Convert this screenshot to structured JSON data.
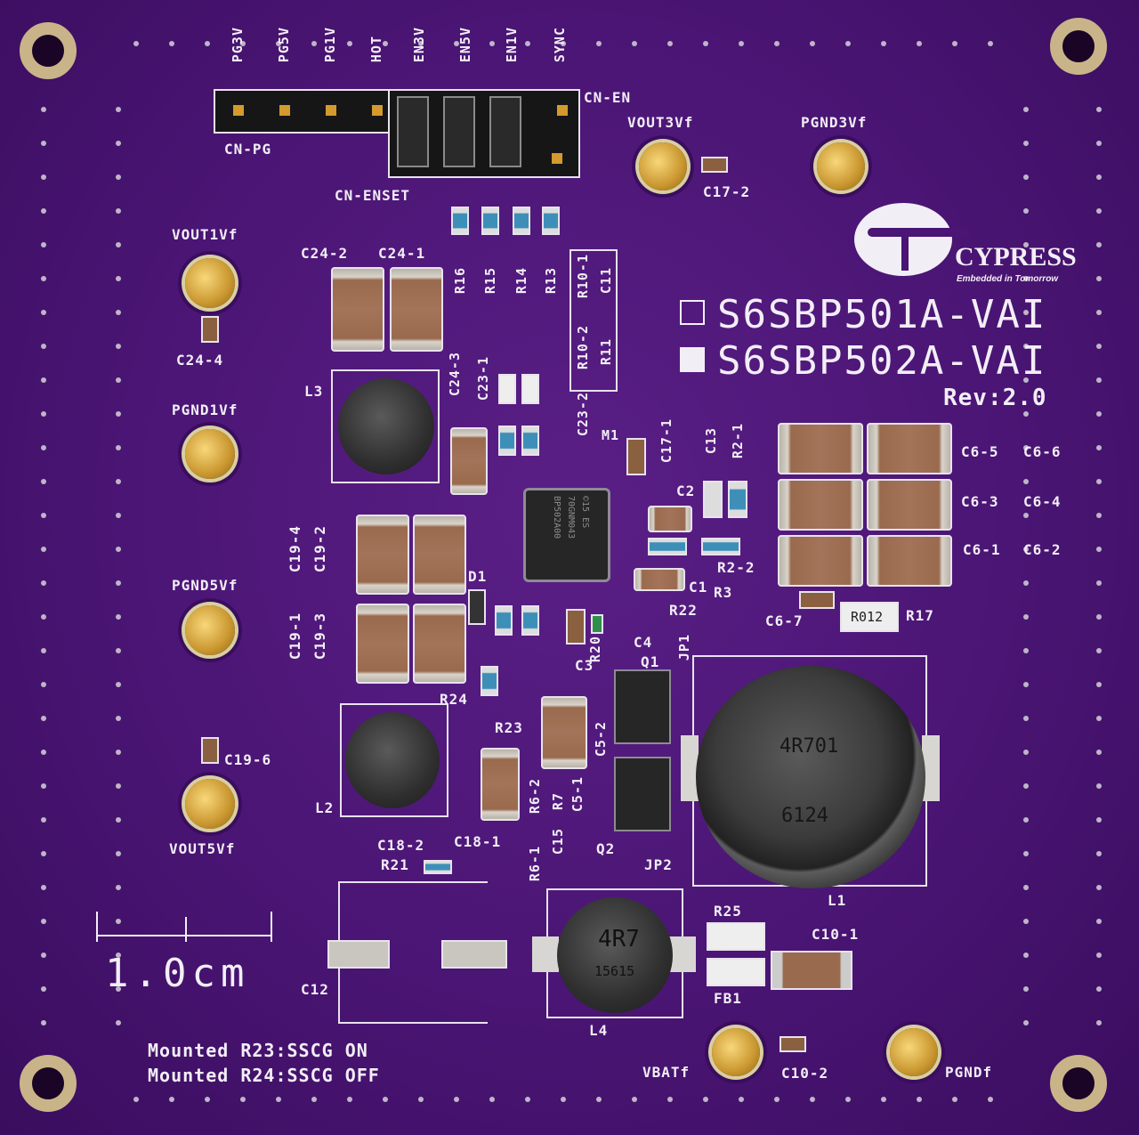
{
  "board": {
    "part_numbers": [
      "S6SBP501A-VAI",
      "S6SBP502A-VAI"
    ],
    "revision": "Rev:2.0",
    "logo_text": "CYPRESS",
    "logo_tagline": "Embedded in Tomorrow",
    "scale_label": "1.0cm",
    "notes": [
      "Mounted R23:SSCG ON",
      "Mounted R24:SSCG OFF"
    ]
  },
  "header": {
    "pins": [
      "PG3V",
      "PG5V",
      "PG1V",
      "HOT",
      "EN3V",
      "EN5V",
      "EN1V",
      "SYNC"
    ],
    "labels": {
      "cn_pg": "CN-PG",
      "cn_en": "CN-EN",
      "cn_enset": "CN-ENSET"
    }
  },
  "test_points": {
    "vout3": "VOUT3Vf",
    "pgnd3": "PGND3Vf",
    "vout1": "VOUT1Vf",
    "pgnd1": "PGND1Vf",
    "pgnd5": "PGND5Vf",
    "vout5": "VOUT5Vf",
    "vbat": "VBATf",
    "pgnd": "PGNDf"
  },
  "labels": {
    "c17_2": "C17-2",
    "c24_2": "C24-2",
    "c24_1": "C24-1",
    "c24_4": "C24-4",
    "c24_3": "C24-3",
    "r16": "R16",
    "r15": "R15",
    "r14": "R14",
    "r13": "R13",
    "r10_1": "R10-1",
    "c11": "C11",
    "r10_2": "R10-2",
    "r11": "R11",
    "l3": "L3",
    "c23_1": "C23-1",
    "c23_2": "C23-2",
    "c17_1": "C17-1",
    "c13": "C13",
    "r2_1": "R2-1",
    "c2": "C2",
    "r2_2": "R2-2",
    "c1": "C1",
    "r3": "R3",
    "r22": "R22",
    "c6_5": "C6-5",
    "c6_6": "C6-6",
    "c6_3": "C6-3",
    "c6_4": "C6-4",
    "c6_1": "C6-1",
    "c6_2": "C6-2",
    "c6_7": "C6-7",
    "r12_marking": "R012",
    "r17": "R17",
    "c19_4": "C19-4",
    "c19_2": "C19-2",
    "c19_1": "C19-1",
    "c19_3": "C19-3",
    "d1": "D1",
    "c3": "C3",
    "r20": "R20",
    "c4": "C4",
    "q1": "Q1",
    "jp1": "JP1",
    "r24": "R24",
    "r23": "R23",
    "c19_6": "C19-6",
    "l2": "L2",
    "c18_2": "C18-2",
    "c18_1": "C18-1",
    "r21": "R21",
    "r6_2": "R6-2",
    "r7": "R7",
    "c5_1": "C5-1",
    "c5_2": "C5-2",
    "r6_1": "R6-1",
    "c15": "C15",
    "q2": "Q2",
    "jp2": "JP2",
    "l1": "L1",
    "c12": "C12",
    "l4": "L4",
    "r25": "R25",
    "fb1": "FB1",
    "c10_1": "C10-1",
    "c10_2": "C10-2",
    "m1": "M1"
  },
  "markings": {
    "ic": [
      "BP502A00",
      "70GNM043",
      "©15  ES"
    ],
    "l1": [
      "4R701",
      "6124"
    ],
    "l4": [
      "4R7",
      "15615"
    ]
  }
}
